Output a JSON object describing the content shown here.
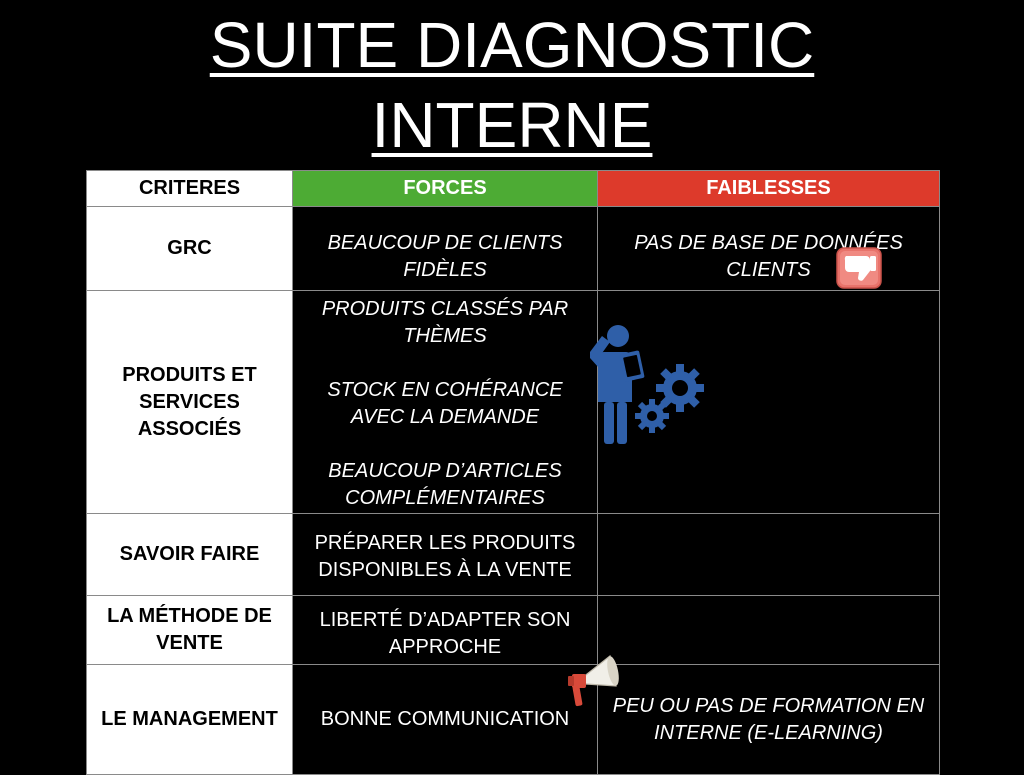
{
  "slide": {
    "title_line1": "SUITE DIAGNOSTIC",
    "title_line2": "INTERNE"
  },
  "table": {
    "headers": {
      "criteres": "CRITERES",
      "forces": "FORCES",
      "faiblesses": "FAIBLESSES"
    },
    "rows": [
      {
        "critere": "GRC",
        "forces": "BEAUCOUP DE CLIENTS FIDÈLES",
        "faiblesses": "PAS DE BASE DE DONNÉES CLIENTS"
      },
      {
        "critere": "PRODUITS ET SERVICES ASSOCIÉS",
        "forces": [
          "PRODUITS CLASSÉS PAR THÈMES",
          "STOCK EN COHÉRANCE AVEC LA DEMANDE",
          "BEAUCOUP D’ARTICLES COMPLÉMENTAIRES"
        ],
        "faiblesses": ""
      },
      {
        "critere": "SAVOIR FAIRE",
        "forces": "PRÉPARER LES PRODUITS DISPONIBLES À LA VENTE",
        "faiblesses": ""
      },
      {
        "critere": "LA MÉTHODE DE VENTE",
        "forces": "LIBERTÉ D’ADAPTER SON APPROCHE",
        "faiblesses": ""
      },
      {
        "critere": "LE MANAGEMENT",
        "forces": "BONNE COMMUNICATION",
        "faiblesses": "PEU OU PAS DE FORMATION EN INTERNE (E-LEARNING)"
      }
    ]
  },
  "icons": {
    "thumb": "thumbs-down-icon",
    "worker": "worker-gears-icon",
    "megaphone": "megaphone-icon"
  },
  "colors": {
    "forces_header": "#4dab34",
    "faiblesses_header": "#dd3a2b",
    "icon_blue": "#2f5fa8",
    "thumb_red": "#e8736b"
  }
}
